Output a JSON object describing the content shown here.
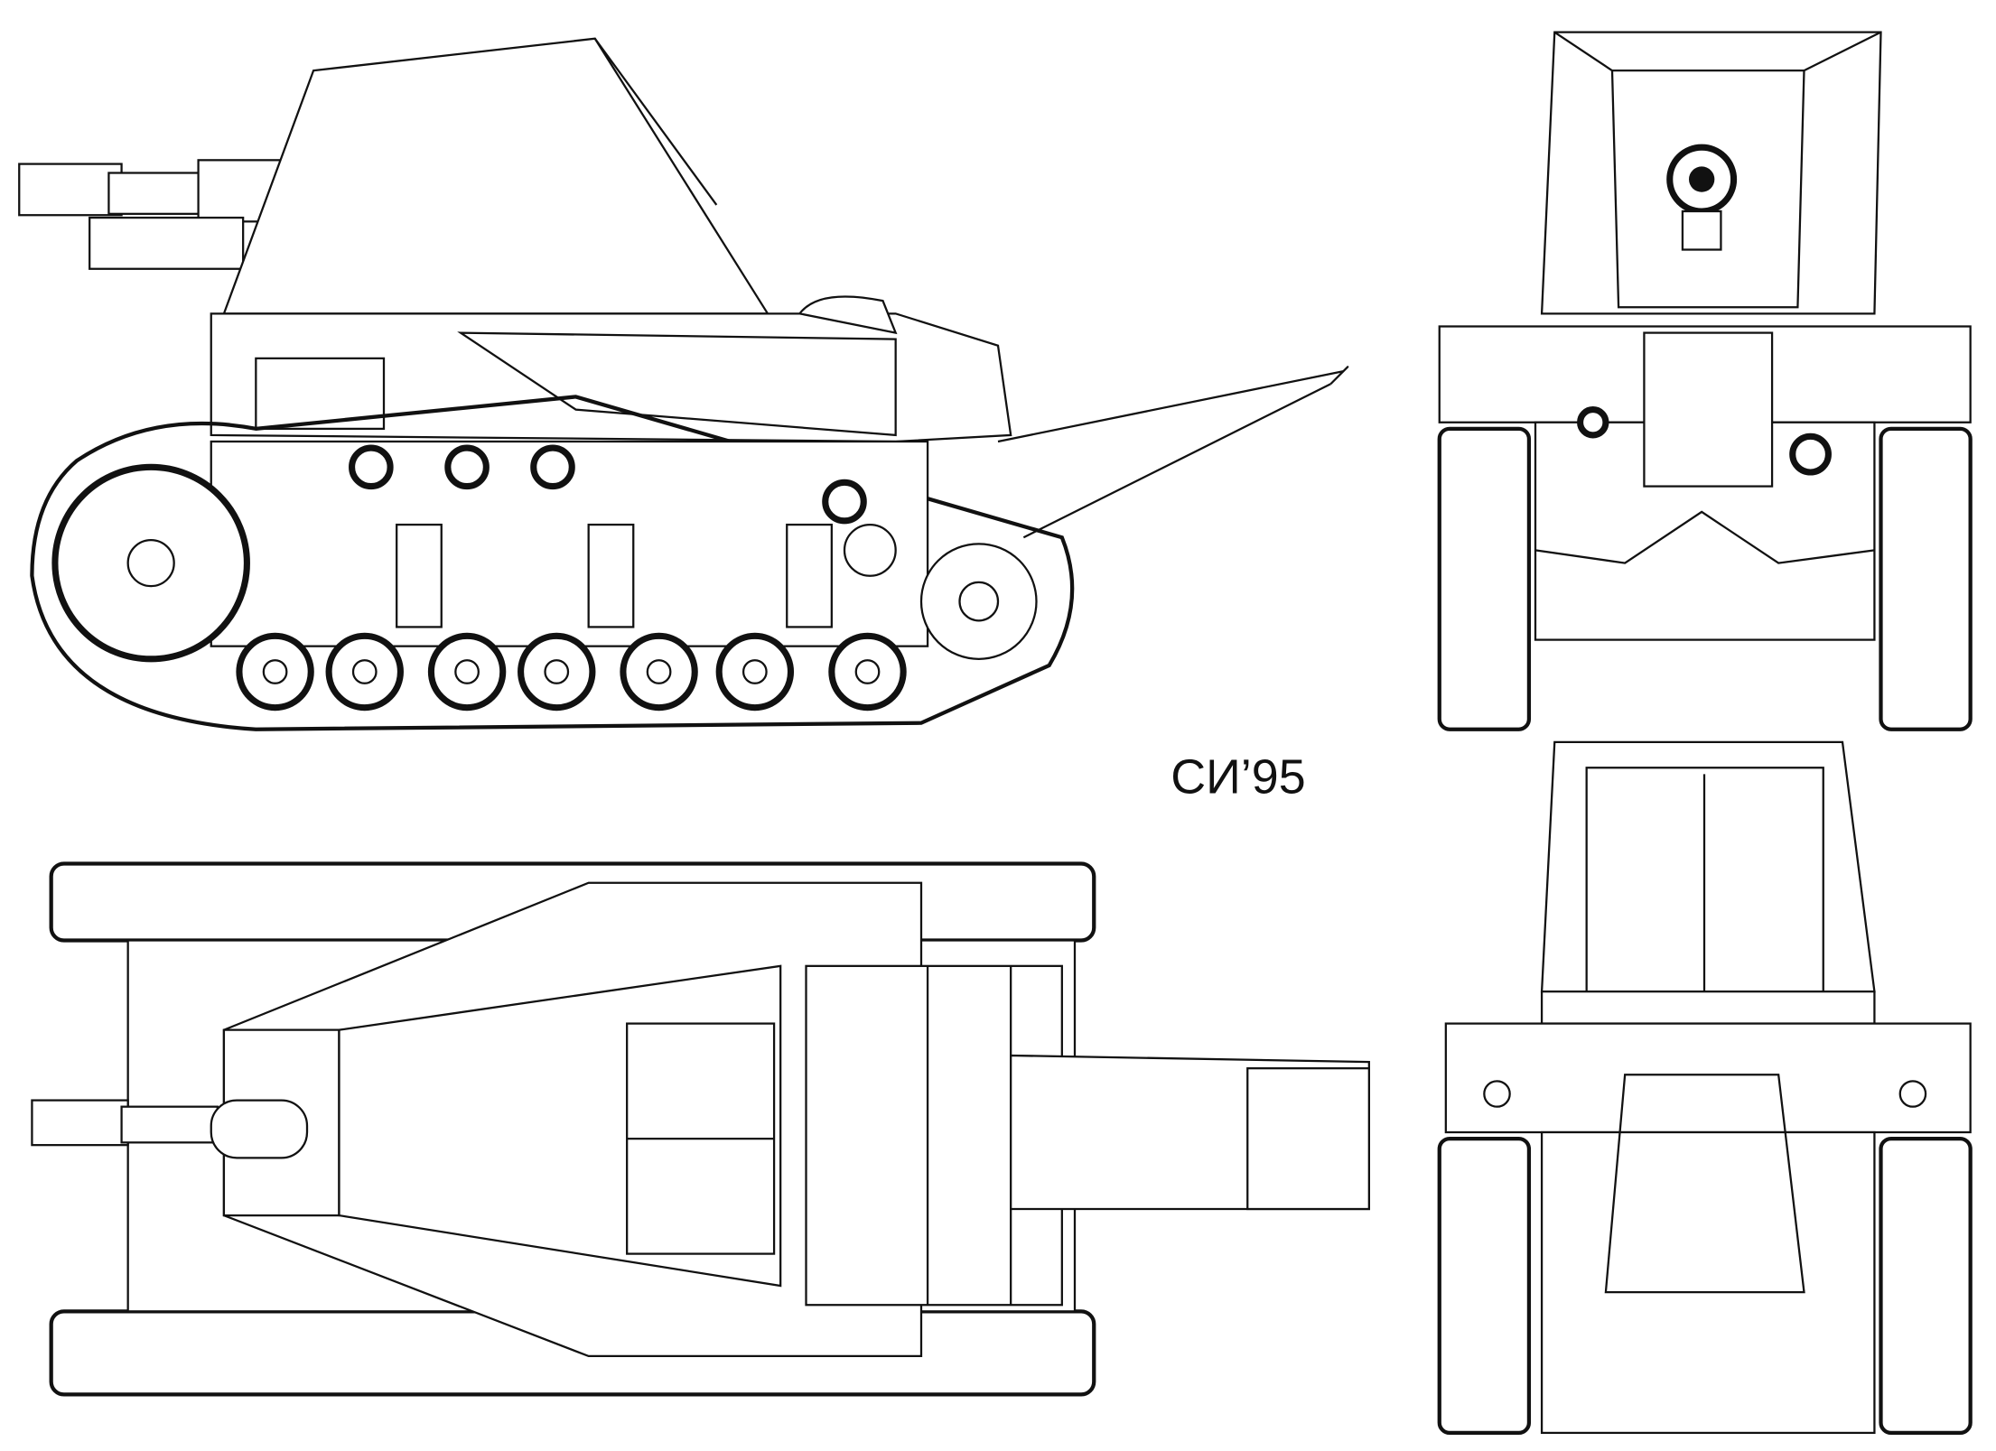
{
  "drawing": {
    "label": "СИ’95",
    "views": [
      "side-view",
      "front-view",
      "top-view",
      "rear-view"
    ],
    "line_color": "#111111",
    "background": "#ffffff"
  }
}
